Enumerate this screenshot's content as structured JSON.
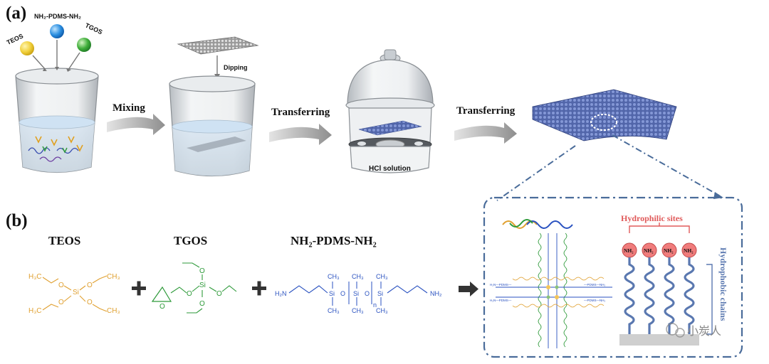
{
  "panels": {
    "a": "(a)",
    "b": "(b)"
  },
  "reagents": {
    "teos": "TEOS",
    "pdms": "NH₂-PDMS-NH₂",
    "tgos": "TGOS"
  },
  "steps": {
    "mixing": "Mixing",
    "dipping": "Dipping",
    "transferring_1": "Transferring",
    "hcl": "HCl solution",
    "transferring_2": "Transferring"
  },
  "monomers": {
    "teos": "TEOS",
    "tgos": "TGOS",
    "pdms": "NH₂-PDMS-NH₂"
  },
  "teos_structure": {
    "h3c_top": "H₃C",
    "ch3_top": "CH₃",
    "o_left_top": "O",
    "o_right_top": "O",
    "si": "Si",
    "o_left_bottom": "O",
    "o_right_bottom": "O",
    "h3c_bottom": "H₃C",
    "ch3_bottom": "CH₃"
  },
  "tgos_structure": {
    "o_top": "O",
    "o_left": "O",
    "o_chain": "O",
    "si": "Si",
    "o_right": "O",
    "o_bottom": "O"
  },
  "pdms_structure": {
    "h2n": "H₂N",
    "si1": "Si",
    "ch3_1t": "CH₃",
    "ch3_1b": "CH₃",
    "o1": "O",
    "si2": "Si",
    "ch3_2t": "CH₃",
    "ch3_2b": "CH₃",
    "sub_n": "n",
    "o2": "O",
    "si3": "Si",
    "ch3_3t": "CH₃",
    "ch3_3b": "CH₃",
    "nh2": "NH₂"
  },
  "network_labels": {
    "pdms_l1": "H₂N—PDMS—",
    "pdms_l2": "H₂N—PDMS—",
    "pdms_r1": "—PDMS—NH₂",
    "pdms_r2": "—PDMS—NH₂"
  },
  "zoom": {
    "hydrophilic_sites": "Hydrophilic sites",
    "nh2": [
      "NH₂",
      "NH₂",
      "NH₂",
      "NH₂"
    ],
    "hydrophobic_chains": "Hydrophobic chains"
  },
  "watermark": "小炭人",
  "colors": {
    "teos": "#e0a030",
    "tgos": "#2e9a3a",
    "pdms": "#2a52c0",
    "hydrophilic": "#e05a5a",
    "hydrophobic": "#5a78b0",
    "frame": "#4a6c9a"
  }
}
